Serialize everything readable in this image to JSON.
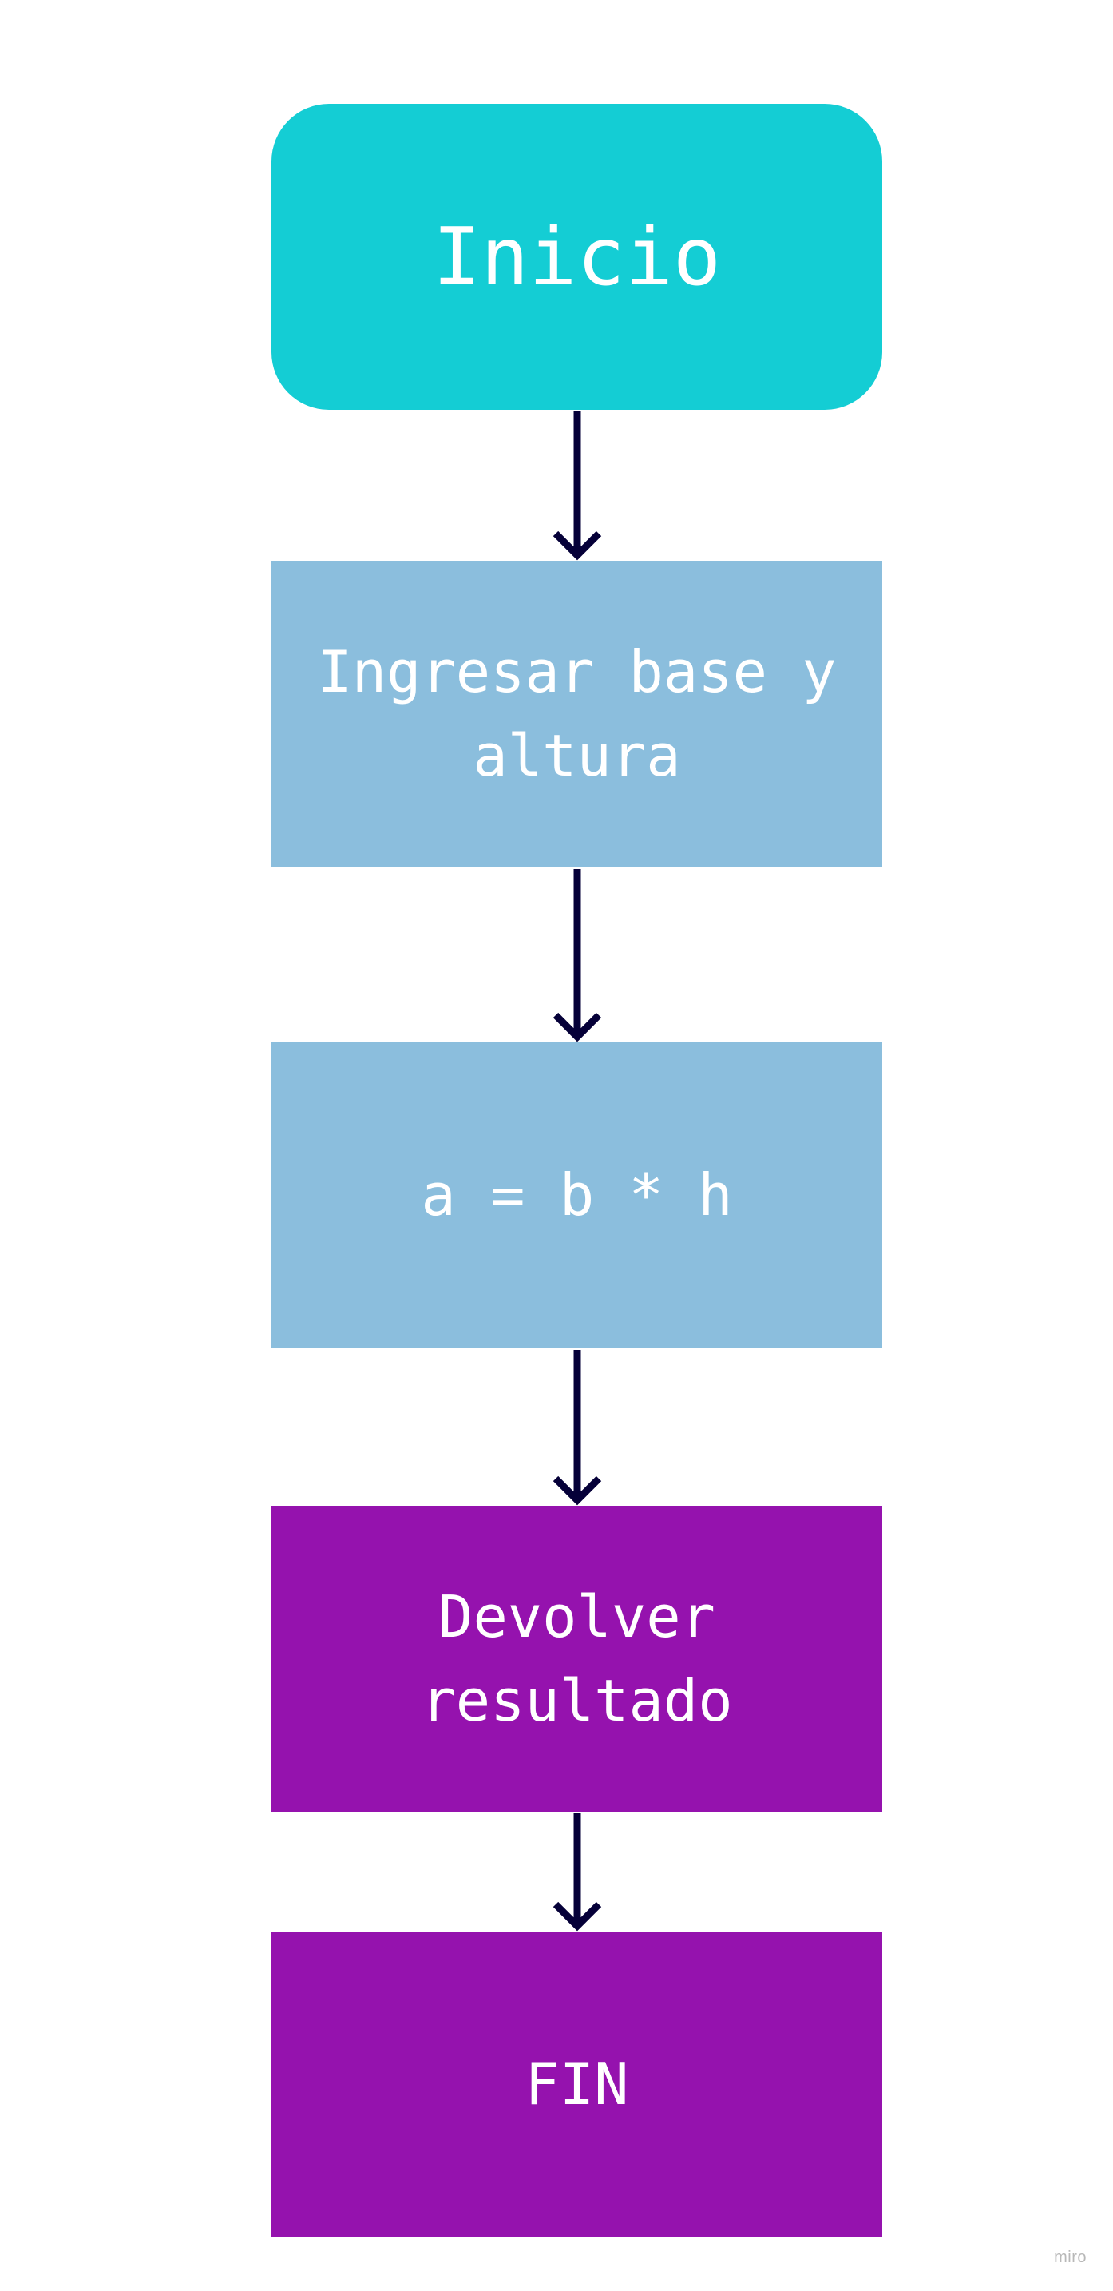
{
  "colors": {
    "start_fill": "#14CDD4",
    "process_fill": "#8BBEDD",
    "output_fill": "#9512AE",
    "end_fill": "#9512AE",
    "arrow": "#050038",
    "text": "#FFFFFF"
  },
  "flowchart": {
    "nodes": [
      {
        "id": "start",
        "shape": "rounded-rectangle",
        "text": "Inicio"
      },
      {
        "id": "input",
        "shape": "rectangle",
        "text": "Ingresar base y altura"
      },
      {
        "id": "calc",
        "shape": "rectangle",
        "text": "a = b * h"
      },
      {
        "id": "output",
        "shape": "rectangle",
        "text": "Devolver resultado"
      },
      {
        "id": "end",
        "shape": "rectangle",
        "text": "FIN"
      }
    ],
    "edges": [
      {
        "from": "start",
        "to": "input"
      },
      {
        "from": "input",
        "to": "calc"
      },
      {
        "from": "calc",
        "to": "output"
      },
      {
        "from": "output",
        "to": "end"
      }
    ]
  },
  "watermark": "miro"
}
